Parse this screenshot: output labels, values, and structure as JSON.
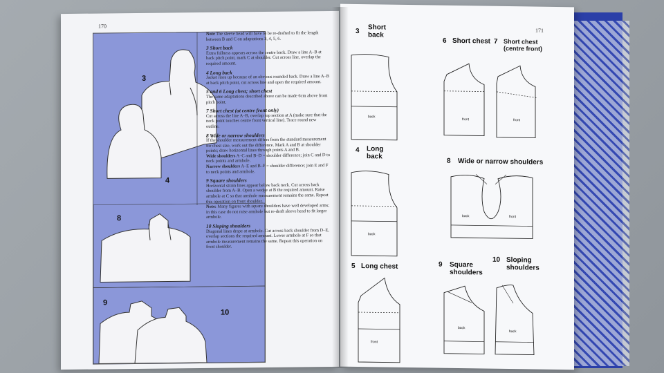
{
  "left_page": {
    "number": "170",
    "figure_labels": [
      "3",
      "4",
      "8",
      "9",
      "10"
    ],
    "sections": [
      {
        "heading": "",
        "lead": "Note",
        "body": "The sleeve head will have to be re-drafted to fit the length between B and C on adaptations 3, 4, 5, 6."
      },
      {
        "heading": "3   Short back",
        "body": "Extra fullness appears across the centre back. Draw a line A–B at back pitch point, mark C at shoulder. Cut across line, overlap the required amount."
      },
      {
        "heading": "4   Long back",
        "body": "Jacket rises up because of an obvious rounded back. Draw a line A–B at back pitch point, cut across line and open the required amount."
      },
      {
        "heading": "5 and 6   Long chest; short chest",
        "body": "The same adaptations described above can be made 6cm above front pitch point."
      },
      {
        "heading": "7   Short chest (at centre front only)",
        "body": "Cut across the line A–B, overlap top section at A (make sure that the neck point touches centre front vertical line). Trace round new outline."
      },
      {
        "heading": "8   Wide or narrow shoulders",
        "body": "If the shoulder measurement differs from the standard measurement for chest size, work out the difference. Mark A and B at shoulder points; draw horizontal lines through points A and B."
      },
      {
        "heading": "",
        "lead": "Wide shoulders",
        "body": "A–C and B–D = shoulder difference; join C and D to neck points and armhole."
      },
      {
        "heading": "",
        "lead": "Narrow shoulders",
        "body": "A–E and B–F = shoulder difference; join E and F to neck points and armhole."
      },
      {
        "heading": "9   Square shoulders",
        "body": "Horizontal strain lines appear below back neck. Cut across back shoulder from A–B. Open a wedge at B the required amount. Raise armhole at C so that armhole measurement remains the same. Repeat this operation on front shoulder."
      },
      {
        "heading": "",
        "lead": "Note:",
        "body": "Many figures with square shoulders have well developed arms; in this case do not raise armhole but re-draft sleeve head to fit larger armhole."
      },
      {
        "heading": "10   Sloping shoulders",
        "body": "Diagonal lines drape at armhole. Cut across back shoulder from D–E, overlap sections the required amount. Lower armhole at F so that armhole measurement remains the same. Repeat this operation on front shoulder."
      }
    ]
  },
  "right_page": {
    "number": "171",
    "diagrams": [
      {
        "number": "3",
        "title": "Short\nback",
        "piece_labels": [
          "back"
        ]
      },
      {
        "number": "4",
        "title": "Long\nback",
        "piece_labels": [
          "back"
        ]
      },
      {
        "number": "5",
        "title": "Long chest",
        "piece_labels": [
          "front"
        ]
      },
      {
        "number": "6",
        "title": "Short chest",
        "piece_labels": [
          "front"
        ]
      },
      {
        "number": "7",
        "title": "Short chest\n(centre front)",
        "piece_labels": [
          "front"
        ]
      },
      {
        "number": "8",
        "title": "Wide or narrow shoulders",
        "piece_labels": [
          "back",
          "front"
        ]
      },
      {
        "number": "9",
        "title": "Square\nshoulders",
        "piece_labels": [
          "back"
        ]
      },
      {
        "number": "10",
        "title": "Sloping\nshoulders",
        "piece_labels": [
          "back"
        ]
      }
    ]
  }
}
